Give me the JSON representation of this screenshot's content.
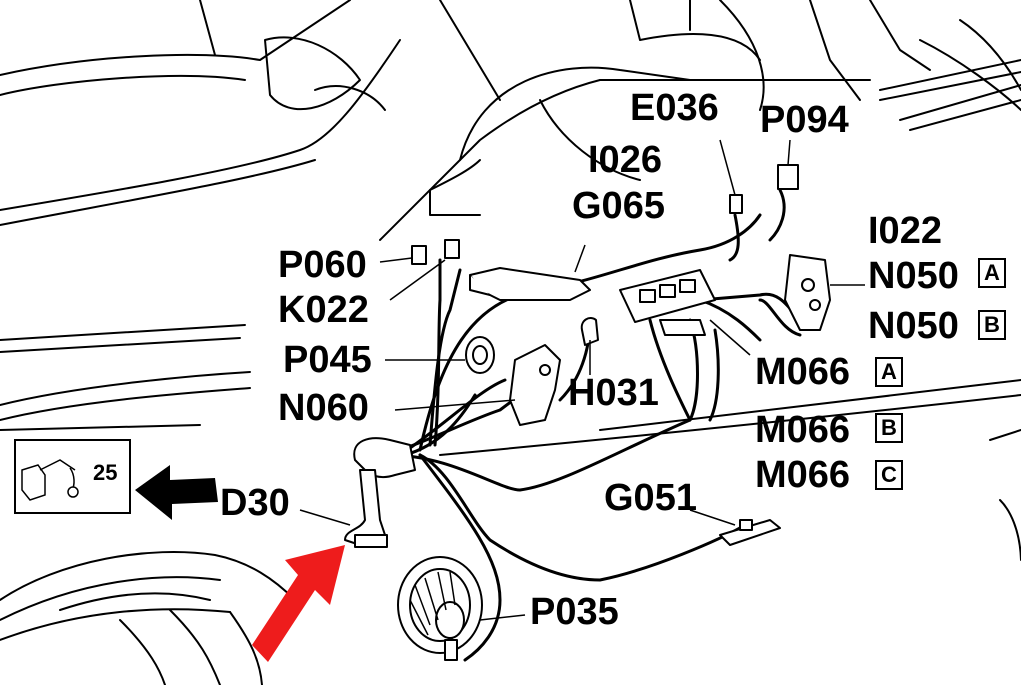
{
  "labels": {
    "e036": "E036",
    "p094": "P094",
    "i026": "I026",
    "g065": "G065",
    "i022": "I022",
    "p060": "P060",
    "k022": "K022",
    "n050a": "N050",
    "n050b": "N050",
    "p045": "P045",
    "m066a": "M066",
    "n060": "N060",
    "h031": "H031",
    "m066b": "M066",
    "m066c": "M066",
    "d30": "D30",
    "g051": "G051",
    "p035": "P035"
  },
  "variant_boxes": {
    "n050a": "A",
    "n050b": "B",
    "m066a": "A",
    "m066b": "B",
    "m066c": "C"
  },
  "inset": {
    "number": "25"
  },
  "colors": {
    "arrow": "#ee1c1c",
    "ink": "#000000"
  }
}
